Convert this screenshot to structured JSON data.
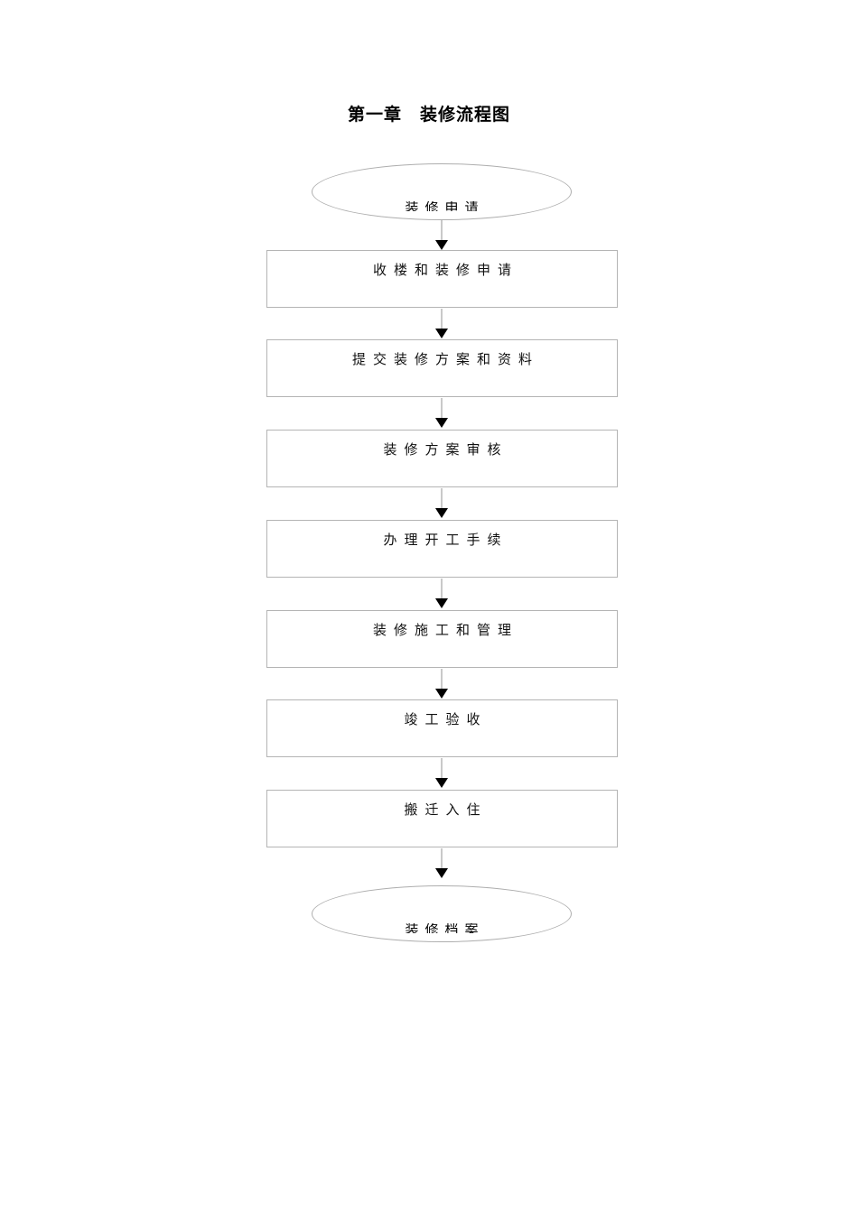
{
  "document": {
    "title": "第一章　装修流程图"
  },
  "flowchart": {
    "type": "flowchart",
    "orientation": "top-to-bottom",
    "colors": {
      "box_border": "#b4b4b4",
      "ellipse_border": "#aeaeae",
      "connector_line": "#c9c9c9",
      "arrow_head": "#000000",
      "text": "#111111",
      "background": "#ffffff"
    },
    "nodes": [
      {
        "id": "start",
        "shape": "ellipse",
        "label": "装修申请",
        "clipped": true
      },
      {
        "id": "step1",
        "shape": "rectangle",
        "label": "收楼和装修申请",
        "clipped": false
      },
      {
        "id": "step2",
        "shape": "rectangle",
        "label": "提交装修方案和资料",
        "clipped": false
      },
      {
        "id": "step3",
        "shape": "rectangle",
        "label": "装修方案审核",
        "clipped": false
      },
      {
        "id": "step4",
        "shape": "rectangle",
        "label": "办理开工手续",
        "clipped": false
      },
      {
        "id": "step5",
        "shape": "rectangle",
        "label": "装修施工和管理",
        "clipped": false
      },
      {
        "id": "step6",
        "shape": "rectangle",
        "label": "竣工验收",
        "clipped": false
      },
      {
        "id": "step7",
        "shape": "rectangle",
        "label": "搬迁入住",
        "clipped": false
      },
      {
        "id": "end",
        "shape": "ellipse",
        "label": "装修档案",
        "clipped": true
      }
    ],
    "edges": [
      {
        "from": "start",
        "to": "step1"
      },
      {
        "from": "step1",
        "to": "step2"
      },
      {
        "from": "step2",
        "to": "step3"
      },
      {
        "from": "step3",
        "to": "step4"
      },
      {
        "from": "step4",
        "to": "step5"
      },
      {
        "from": "step5",
        "to": "step6"
      },
      {
        "from": "step6",
        "to": "step7"
      },
      {
        "from": "step7",
        "to": "end"
      }
    ]
  }
}
